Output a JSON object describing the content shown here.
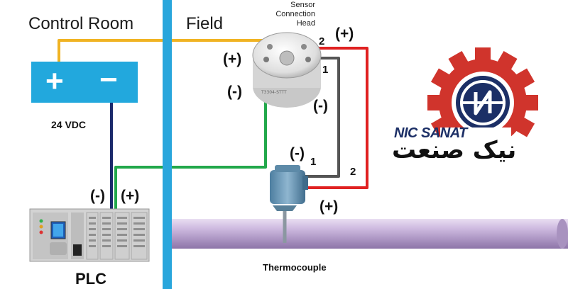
{
  "headers": {
    "control_room": "Control Room",
    "field": "Field"
  },
  "sensor_head": {
    "line1": "Sensor",
    "line2": "Connection",
    "line3": "Head"
  },
  "power_supply": {
    "plus": "+",
    "minus": "−",
    "label": "24 VDC"
  },
  "plc": {
    "label": "PLC",
    "minus": "(-)",
    "plus": "(+)"
  },
  "polarity": {
    "head_plus": "(+)",
    "head_minus": "(-)",
    "top_right_plus": "(+)",
    "gray_minus": "(-)",
    "tc_minus": "(-)",
    "tc_plus": "(+)"
  },
  "terminals": {
    "head_2": "2",
    "head_1": "1",
    "tc_1": "1",
    "tc_2": "2"
  },
  "thermocouple_label": "Thermocouple",
  "logo": {
    "latin": "NIC SANAT",
    "persian": "نیک صنعت"
  },
  "colors": {
    "wire_yellow": "#f0b323",
    "wire_navy": "#1b2a6b",
    "wire_green": "#22a84b",
    "wire_gray": "#555555",
    "wire_red": "#e02121",
    "divider_blue": "#29a6dc",
    "pipe_purple": "#c9b6dc",
    "gear_red": "#d0342c",
    "logo_navy": "#1c2f66"
  }
}
